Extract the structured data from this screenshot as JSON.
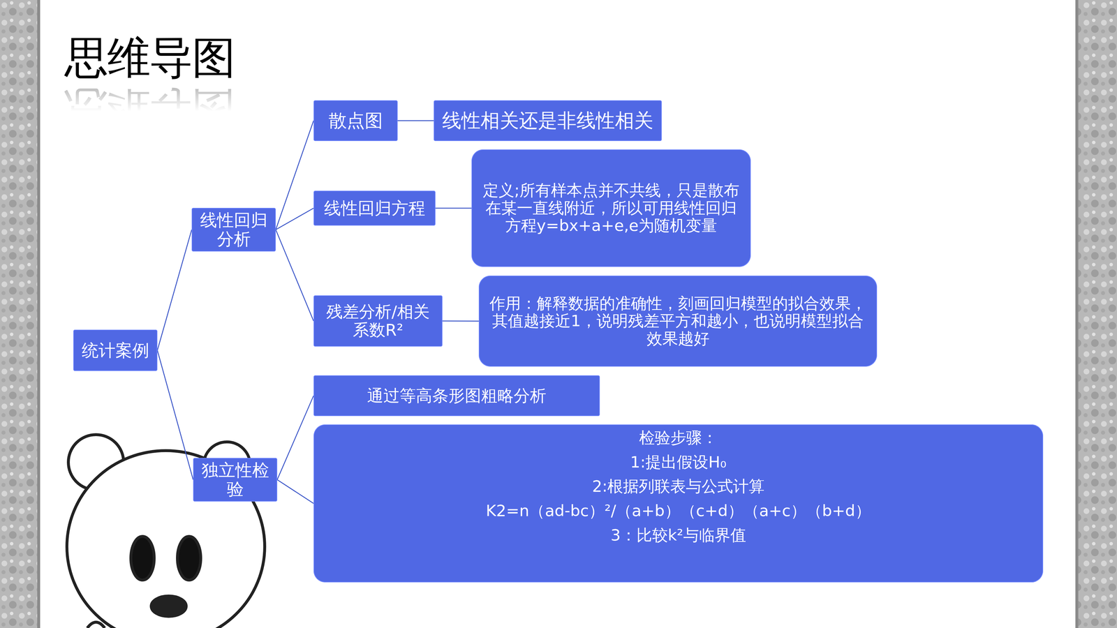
{
  "diagram": {
    "title": "思维导图",
    "nodes": [
      {
        "text": [
          "统计案例"
        ]
      },
      {
        "text": [
          "线性回归分析"
        ]
      },
      {
        "text": [
          "散点图"
        ]
      },
      {
        "text": [
          "线性相关还是非线性相关"
        ]
      },
      {
        "text": [
          "线性回归方程"
        ]
      },
      {
        "text": [
          "定义;所有样本点并不共线，只是散布在某一直线附近，所以可用线性回归方程y=bx+a+e,e为随机变量"
        ]
      },
      {
        "text": [
          "残差分析/相关系数R²"
        ]
      },
      {
        "text": [
          "作用：解释数据的准确性，刻画回归模型的拟合效果，其值越接近1，说明残差平方和越小，也说明模型拟合效果越好"
        ]
      },
      {
        "text": [
          "独立性检验"
        ]
      },
      {
        "text": [
          "通过等高条形图粗略分析"
        ]
      },
      {
        "text": [
          "检验步骤：",
          "1:提出假设H₀",
          "2:根据列联表与公式计算",
          "K2=n（ad-bc）²/（a+b）（c+d）（a+c）（b+d）",
          "3：比较k²与临界值"
        ]
      }
    ],
    "edges": [
      {
        "from": 0,
        "to": 1,
        "arrow": "none"
      },
      {
        "from": 0,
        "to": 8,
        "arrow": "none"
      },
      {
        "from": 1,
        "to": 2,
        "arrow": "none"
      },
      {
        "from": 1,
        "to": 4,
        "arrow": "none"
      },
      {
        "from": 1,
        "to": 6,
        "arrow": "none"
      },
      {
        "from": 2,
        "to": 3,
        "arrow": "none"
      },
      {
        "from": 4,
        "to": 5,
        "arrow": "none"
      },
      {
        "from": 6,
        "to": 7,
        "arrow": "none"
      },
      {
        "from": 8,
        "to": 9,
        "arrow": "none"
      },
      {
        "from": 8,
        "to": 10,
        "arrow": "none"
      }
    ]
  }
}
